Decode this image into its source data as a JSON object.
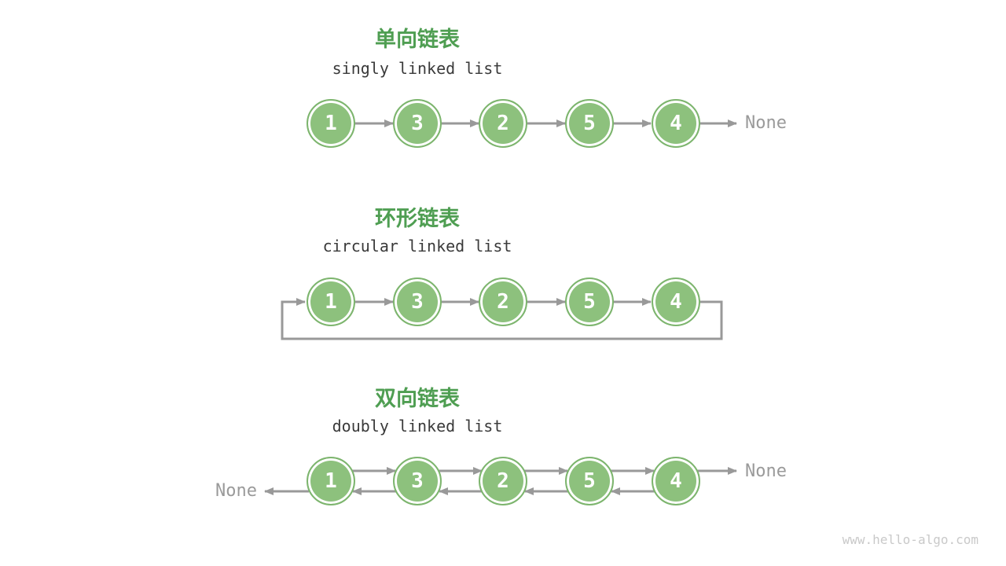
{
  "palette": {
    "accent_green": "#4f9e52",
    "node_fill": "#8dc17d",
    "node_border": "#7db56e",
    "arrow_gray": "#999999",
    "none_label_gray": "#9a9a9a",
    "subtitle_dark": "#3a3a3a",
    "watermark_gray": "#c9c9c9"
  },
  "sections": [
    {
      "title": "单向链表",
      "subtitle": "singly linked list",
      "nodes": [
        "1",
        "3",
        "2",
        "5",
        "4"
      ],
      "tail_label": "None"
    },
    {
      "title": "环形链表",
      "subtitle": "circular linked list",
      "nodes": [
        "1",
        "3",
        "2",
        "5",
        "4"
      ]
    },
    {
      "title": "双向链表",
      "subtitle": "doubly linked list",
      "nodes": [
        "1",
        "3",
        "2",
        "5",
        "4"
      ],
      "head_label": "None",
      "tail_label": "None"
    }
  ],
  "watermark": "www.hello-algo.com"
}
